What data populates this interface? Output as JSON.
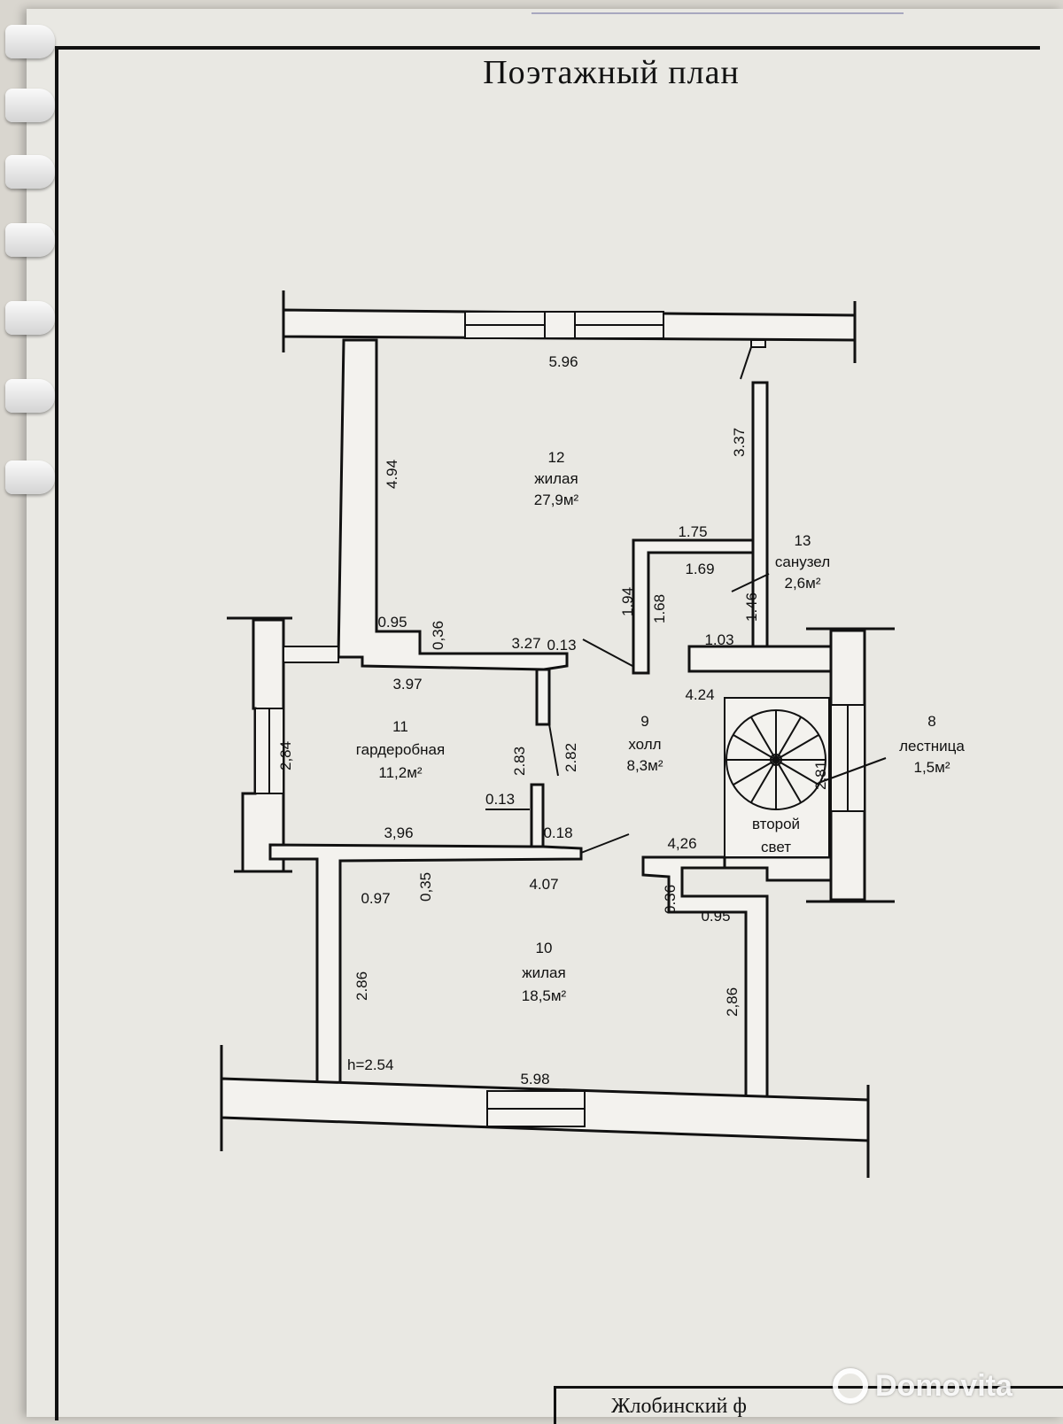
{
  "title": "Поэтажный план",
  "rooms": {
    "r12": {
      "num": "12",
      "name": "жилая",
      "area": "27,9м²"
    },
    "r13": {
      "num": "13",
      "name": "санузел",
      "area": "2,6м²"
    },
    "r11": {
      "num": "11",
      "name": "гардеробная",
      "area": "11,2м²"
    },
    "r9": {
      "num": "9",
      "name": "холл",
      "area": "8,3м²"
    },
    "r8": {
      "num": "8",
      "name": "лестница",
      "area": "1,5м²"
    },
    "r10": {
      "num": "10",
      "name": "жилая",
      "area": "18,5м²"
    },
    "void": {
      "line1": "второй",
      "line2": "свет"
    }
  },
  "dimensions": {
    "d596": "5.96",
    "d494": "4.94",
    "d337": "3.37",
    "d175": "1.75",
    "d169": "1.69",
    "d194": "1.94",
    "d168": "1.68",
    "d146": "1.46",
    "d095a": "0.95",
    "d036a": "0,36",
    "d327": "3.27",
    "d013a": "0.13",
    "d103": "1.03",
    "d424": "4.24",
    "d397": "3.97",
    "d284": "2,84",
    "d283": "2.83",
    "d282": "2.82",
    "d281": "2,81",
    "d013b": "0.13",
    "d396": "3,96",
    "d018": "0.18",
    "d426": "4,26",
    "d407": "4.07",
    "d097": "0.97",
    "d035": "0,35",
    "d036b": "0.36",
    "d095b": "0.95",
    "d286a": "2.86",
    "d286b": "2,86",
    "h": "h=2.54",
    "d598": "5.98"
  },
  "stamp_text": "Жлобинский ф",
  "watermark": "Domovita"
}
